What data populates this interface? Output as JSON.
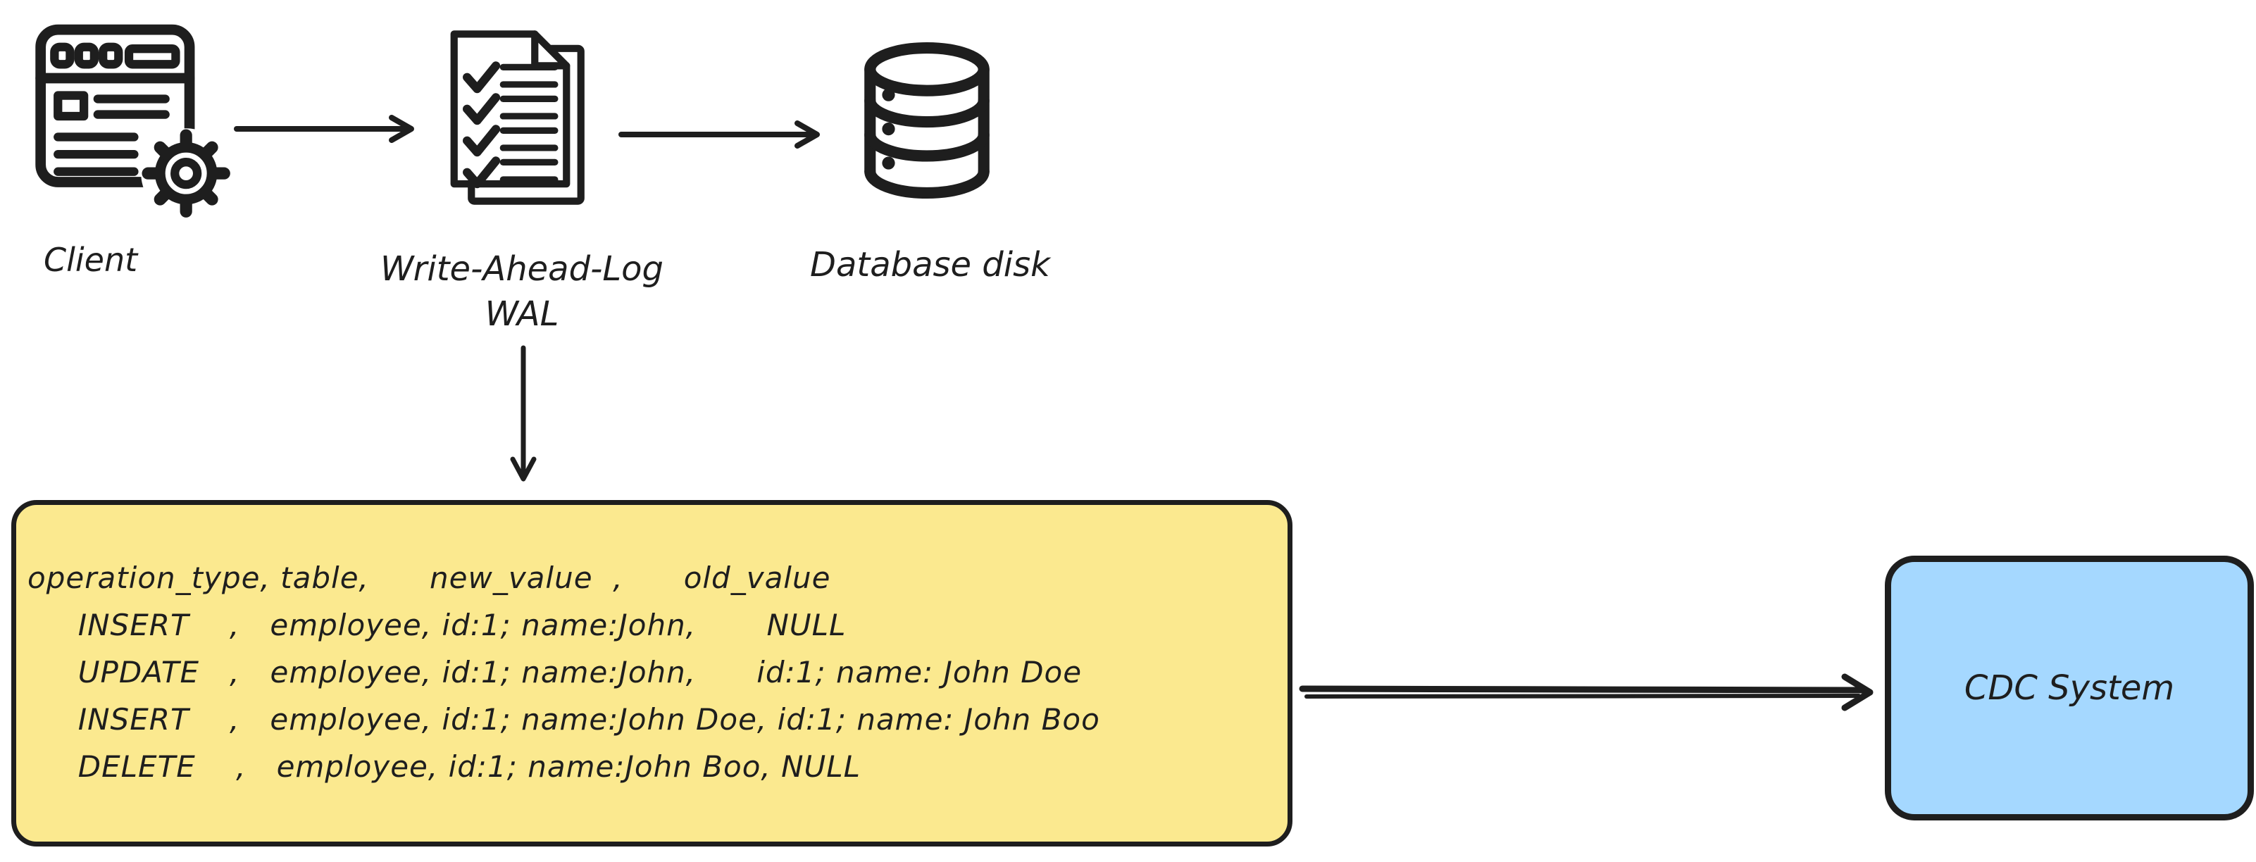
{
  "colors": {
    "stroke": "#1e1e1e",
    "background": "#ffffff",
    "wal_log_fill": "#fbe98f",
    "cdc_fill": "#a5d8ff"
  },
  "nodes": {
    "client": {
      "label": "Client",
      "icon": "browser-gear-icon"
    },
    "wal": {
      "label": "Write-Ahead-Log",
      "sublabel": "WAL",
      "icon": "checklist-document-icon"
    },
    "database": {
      "label": "Database disk",
      "icon": "database-cylinder-icon"
    },
    "wal_log": {
      "description": "WAL log entries box"
    },
    "cdc": {
      "label": "CDC System"
    }
  },
  "wal_log": {
    "lines": [
      "operation_type, table,      new_value  ,      old_value",
      "     INSERT    ,   employee, id:1; name:John,       NULL",
      "     UPDATE   ,   employee, id:1; name:John,      id:1; name: John Doe",
      "     INSERT    ,   employee, id:1; name:John Doe, id:1; name: John Boo",
      "     DELETE    ,   employee, id:1; name:John Boo, NULL"
    ]
  },
  "connections": [
    {
      "from": "client",
      "to": "wal"
    },
    {
      "from": "wal",
      "to": "database"
    },
    {
      "from": "wal",
      "to": "wal_log"
    },
    {
      "from": "wal_log",
      "to": "cdc"
    }
  ]
}
